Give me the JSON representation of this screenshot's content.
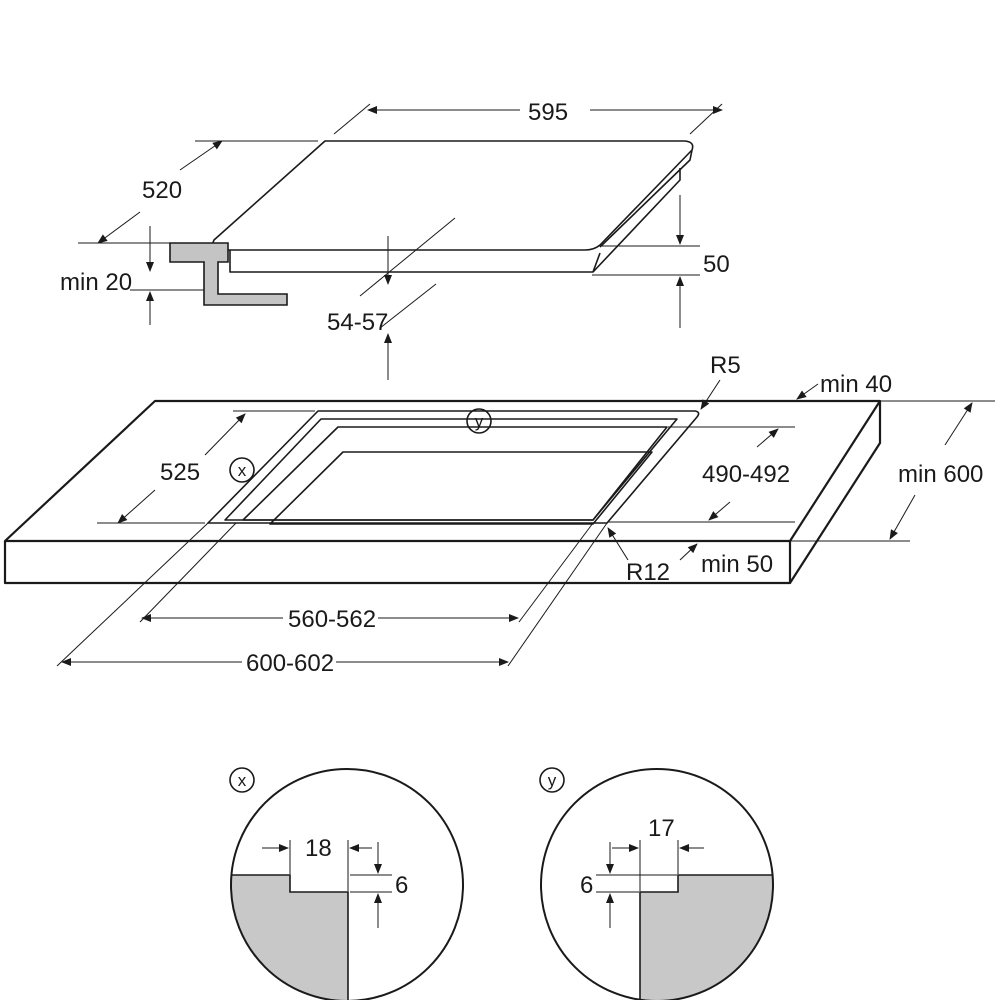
{
  "colors": {
    "ink": "#1a1a1a",
    "section_fill": "#c8c8c8",
    "profile_fill": "#c4c4c4"
  },
  "hob": {
    "width": "595",
    "depth": "520",
    "height": "50",
    "built_in_depth": "54-57",
    "clearance_below": "min 20"
  },
  "worktop": {
    "cutout_depth": "525",
    "inner_depth": "490-492",
    "corner_radius_top": "R5",
    "back_margin": "min 40",
    "worktop_depth": "min 600",
    "corner_radius_inner": "R12",
    "front_margin": "min 50",
    "inner_width": "560-562",
    "cutout_width": "600-602",
    "marker_x": "x",
    "marker_y": "y"
  },
  "detail_x": {
    "tag": "x",
    "width": "18",
    "depth": "6"
  },
  "detail_y": {
    "tag": "y",
    "width": "17",
    "depth": "6"
  }
}
